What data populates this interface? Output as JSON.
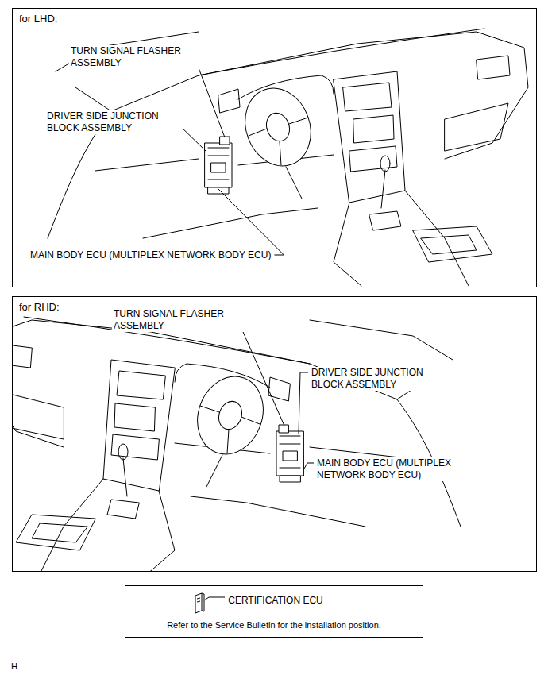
{
  "diagram": {
    "nodes": [
      {
        "text": [
          "for LHD:"
        ]
      },
      {
        "text": [
          "for RHD:"
        ]
      },
      {
        "text": [
          "CERTIFICATION ECU",
          "Refer to the Service Bulletin for the installation position."
        ]
      }
    ],
    "labels": [
      "TURN SIGNAL FLASHER ASSEMBLY",
      "DRIVER SIDE JUNCTION BLOCK ASSEMBLY",
      "MAIN BODY ECU (MULTIPLEX NETWORK BODY ECU)",
      "TURN SIGNAL FLASHER ASSEMBLY",
      "DRIVER SIDE JUNCTION BLOCK ASSEMBLY",
      "MAIN BODY ECU (MULTIPLEX NETWORK BODY ECU)",
      "H"
    ]
  }
}
